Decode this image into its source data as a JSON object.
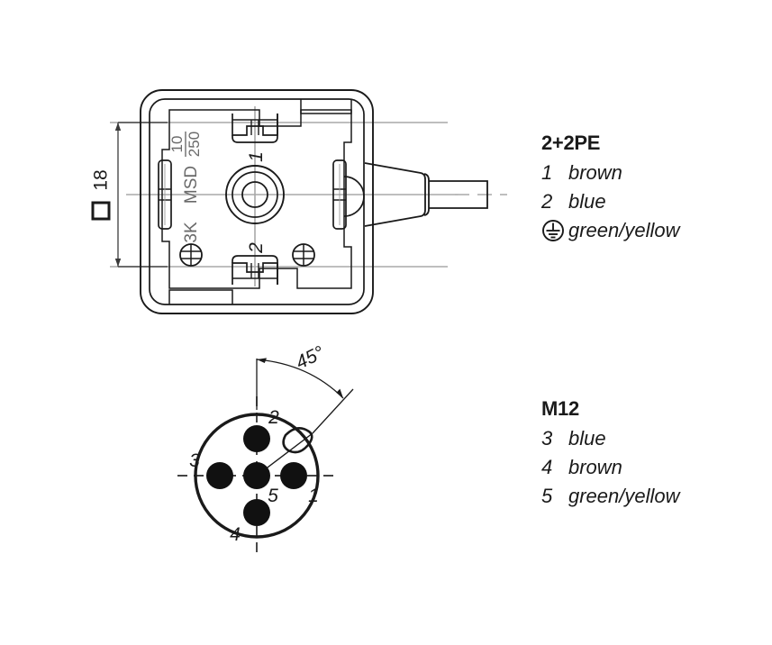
{
  "drawing": {
    "type": "technical-line-drawing",
    "subject": "valve connector form A with M12 cable assembly",
    "background_color": "#ffffff",
    "line_color": "#1a1a1a",
    "centerline_color": "#a8a8a8",
    "valve_connector": {
      "dimension": {
        "label": "18",
        "symbol": "□",
        "orientation": "vertical"
      },
      "markings": [
        {
          "id": "rating-numerator",
          "text": "10"
        },
        {
          "id": "rating-denominator",
          "text": "250"
        },
        {
          "id": "brand",
          "text": "MSD"
        },
        {
          "id": "type",
          "text": "3K"
        }
      ],
      "terminal_labels": [
        {
          "id": "terminal-1",
          "text": "1"
        },
        {
          "id": "terminal-2",
          "text": "2"
        }
      ]
    },
    "m12_face": {
      "angle_label": "45°",
      "pins": [
        {
          "number": "2",
          "position": "top"
        },
        {
          "number": "3",
          "position": "left"
        },
        {
          "number": "1",
          "position": "right"
        },
        {
          "number": "4",
          "position": "bottom"
        },
        {
          "number": "5",
          "position": "center"
        }
      ]
    }
  },
  "legend_top": {
    "title": "2+2PE",
    "rows": [
      {
        "pin": "1",
        "name": "brown",
        "icon": null
      },
      {
        "pin": "2",
        "name": "blue",
        "icon": null
      },
      {
        "pin": "",
        "name": "green/yellow",
        "icon": "protective-earth-icon"
      }
    ]
  },
  "legend_bottom": {
    "title": "M12",
    "rows": [
      {
        "pin": "3",
        "name": "blue",
        "icon": null
      },
      {
        "pin": "4",
        "name": "brown",
        "icon": null
      },
      {
        "pin": "5",
        "name": "green/yellow",
        "icon": null
      }
    ]
  }
}
